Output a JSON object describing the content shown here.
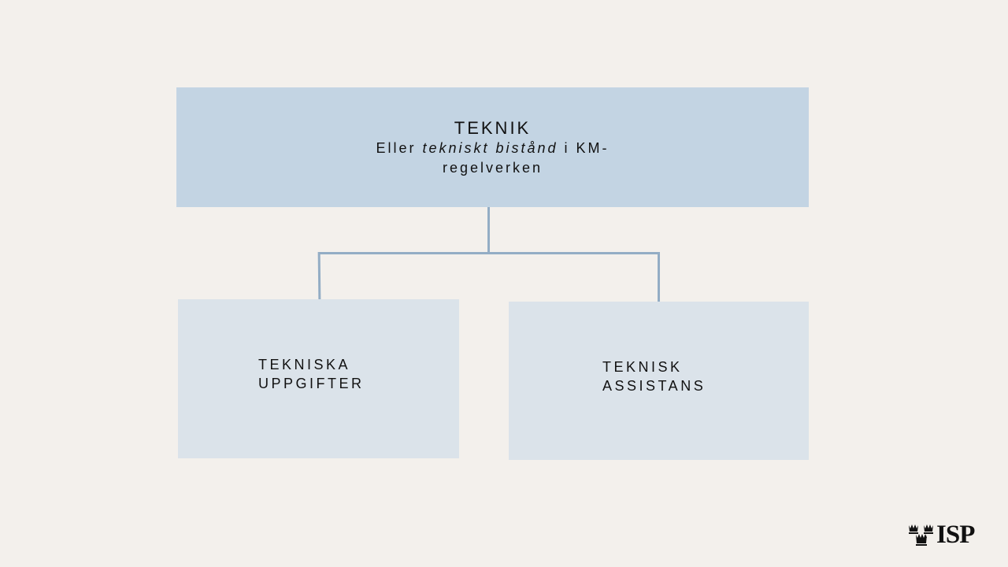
{
  "diagram": {
    "type": "org-chart",
    "root": {
      "title": "TEKNIK",
      "subtitle_prefix": "Eller ",
      "subtitle_italic": "tekniskt bistånd",
      "subtitle_suffix": " i KM-regelverken"
    },
    "children": [
      {
        "line1": "TEKNISKA",
        "line2": "UPPGIFTER"
      },
      {
        "line1": "TEKNISK",
        "line2": "ASSISTANS"
      }
    ],
    "colors": {
      "background": "#f3f0ec",
      "root_fill": "#c3d4e3",
      "child_fill": "#dbe3ea",
      "connector": "#93adc5"
    }
  },
  "logo": {
    "icon": "three-crowns-icon",
    "text": "ISP"
  }
}
